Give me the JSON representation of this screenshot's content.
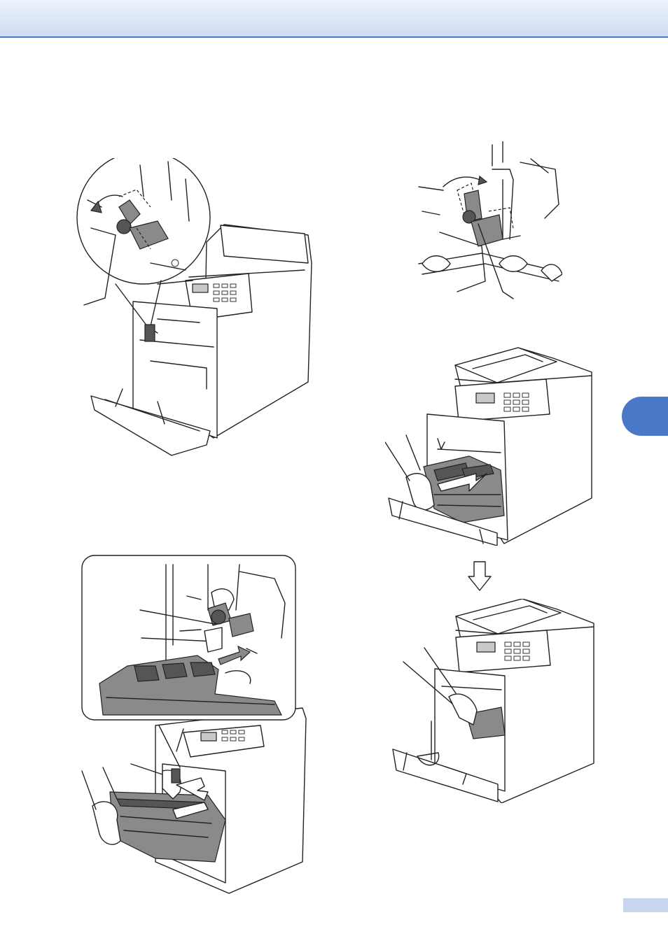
{
  "page": {
    "header_band_color": "#cfdcf3",
    "accent_color": "#4a78c8"
  },
  "figures": [
    {
      "id": "fig-1",
      "description_icon": "printer-lever-closeup-icon"
    },
    {
      "id": "fig-2",
      "description_icon": "lever-rotate-closeup-icon"
    },
    {
      "id": "fig-3",
      "description_icon": "drum-insert-icon"
    },
    {
      "id": "fig-4",
      "description_icon": "drum-unit-push-icon"
    },
    {
      "id": "fig-5",
      "description_icon": "drum-pushed-in-icon"
    }
  ],
  "icons": [
    "down-arrow-icon"
  ]
}
